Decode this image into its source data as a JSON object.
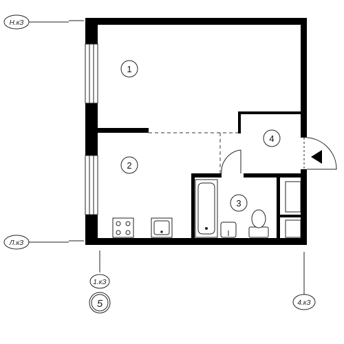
{
  "axes": {
    "top_left": "Н.кЗ",
    "bottom_left": "Л.кЗ",
    "bottom_center": "1.кЗ",
    "bottom_right": "4.кЗ"
  },
  "rooms": [
    {
      "label": "1"
    },
    {
      "label": "2"
    },
    {
      "label": "3"
    },
    {
      "label": "4"
    }
  ],
  "section_mark": "5",
  "wall_color": "#000000",
  "line_color": "#222222"
}
